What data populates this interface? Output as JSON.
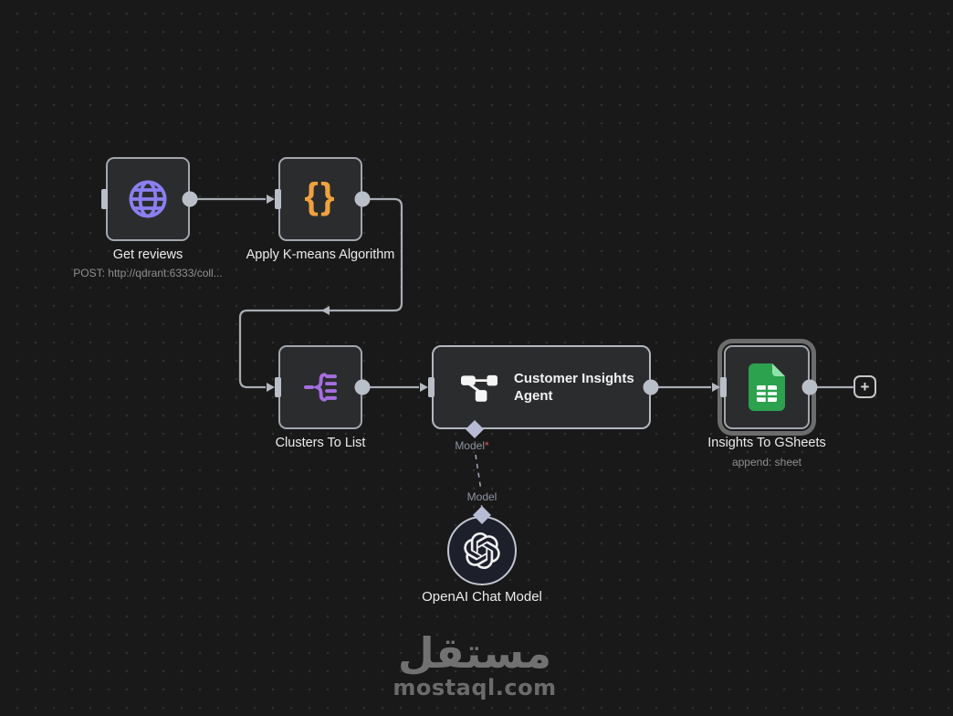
{
  "workflow": {
    "nodes": [
      {
        "name": "Get reviews",
        "subtitle": "POST: http://qdrant:6333/coll...",
        "type": "http-request",
        "icon": "globe-icon",
        "icon_color": "#8b7ff0"
      },
      {
        "name": "Apply K-means Algorithm",
        "type": "code",
        "icon": "curly-braces-icon",
        "glyph": "{}",
        "icon_color": "#efa23d"
      },
      {
        "name": "Clusters To List",
        "type": "split-out",
        "icon": "split-list-icon",
        "icon_color": "#a56fe0"
      },
      {
        "name": "Customer Insights Agent",
        "title_lines": [
          "Customer Insights",
          "Agent"
        ],
        "type": "ai-agent",
        "icon": "agent-graph-icon",
        "input_label": "Model",
        "required_marker": "*"
      },
      {
        "name": "Insights To GSheets",
        "subtitle": "append: sheet",
        "type": "google-sheets",
        "icon": "google-sheets-icon",
        "icon_color": "#2ca24e",
        "selected": true
      },
      {
        "name": "OpenAI Chat Model",
        "type": "openai-chat-model",
        "icon": "openai-icon",
        "output_label": "Model"
      }
    ],
    "connection_label": "Model",
    "add_node_button": "+"
  },
  "colors": {
    "canvas_background": "#191919",
    "grid_dot": "#2f2f2f",
    "node_background": "#2b2c2e",
    "node_border": "#a2a6ad",
    "selection_ring": "#6c6c6c",
    "wire": "#a8acb4",
    "diamond_port": "#b7bbd3",
    "required_asterisk": "#e25555",
    "openai_node_fill": "#1d1f2b"
  },
  "watermark": {
    "logo": "مستقل",
    "domain": "mostaql.com"
  }
}
